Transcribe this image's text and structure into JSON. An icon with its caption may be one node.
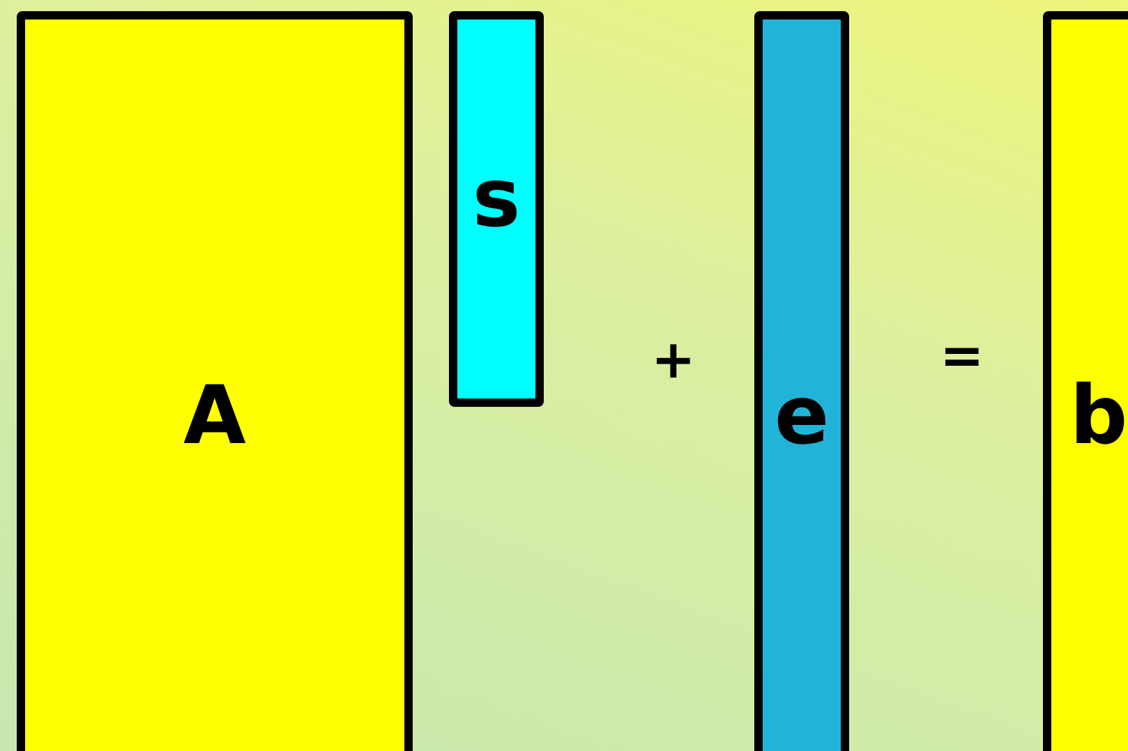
{
  "diagram": {
    "nodes": [
      {
        "text": [
          "A"
        ]
      },
      {
        "text": [
          "s"
        ]
      },
      {
        "text": [
          "e"
        ]
      },
      {
        "text": [
          "b"
        ]
      }
    ],
    "labels": [
      "+",
      "="
    ]
  }
}
